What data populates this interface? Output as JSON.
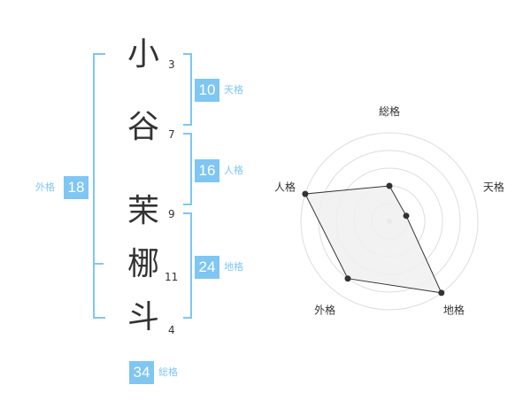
{
  "name": {
    "characters": [
      {
        "char": "小",
        "strokes": "3"
      },
      {
        "char": "谷",
        "strokes": "7"
      },
      {
        "char": "茉",
        "strokes": "9"
      },
      {
        "char": "梛",
        "strokes": "11"
      },
      {
        "char": "斗",
        "strokes": "4"
      }
    ]
  },
  "fortune": {
    "tenkaku": {
      "value": "10",
      "label": "天格"
    },
    "jinkaku": {
      "value": "16",
      "label": "人格"
    },
    "chikaku": {
      "value": "24",
      "label": "地格"
    },
    "gaikaku": {
      "value": "18",
      "label": "外格"
    },
    "soukaku": {
      "value": "34",
      "label": "総格"
    }
  },
  "colors": {
    "accent": "#7fc6f2",
    "text": "#333333",
    "grid": "#dddddd",
    "fill": "#f0f0f0"
  },
  "chart_data": {
    "type": "radar",
    "axes": [
      "総格",
      "天格",
      "地格",
      "外格",
      "人格"
    ],
    "values": [
      2,
      1,
      5,
      4,
      5
    ],
    "max": 5
  }
}
